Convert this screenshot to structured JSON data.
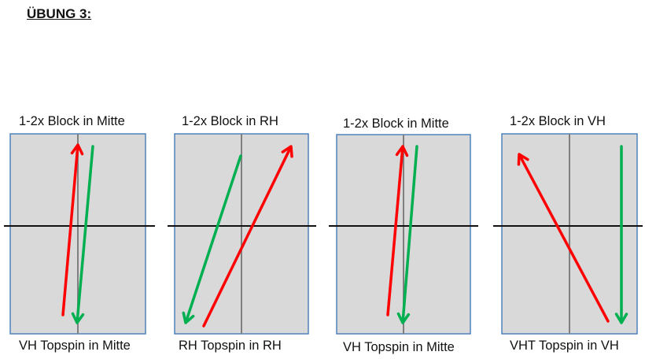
{
  "title": "ÜBUNG 3:",
  "colors": {
    "table_fill": "#d9d9d9",
    "table_border": "#4f81bd",
    "net_line": "#111111",
    "center_line": "#7f7f7f",
    "red_arrow": "#ff0000",
    "green_arrow": "#00b050"
  },
  "panels": [
    {
      "top_label": "1-2x Block in Mitte",
      "bottom_label": "VH Topspin in Mitte"
    },
    {
      "top_label": "1-2x Block in RH",
      "bottom_label": "RH Topspin in RH"
    },
    {
      "top_label": "1-2x Block in Mitte",
      "bottom_label": "VH Topspin in Mitte"
    },
    {
      "top_label": "1-2x Block in VH",
      "bottom_label": "VHT Topspin in VH"
    }
  ]
}
